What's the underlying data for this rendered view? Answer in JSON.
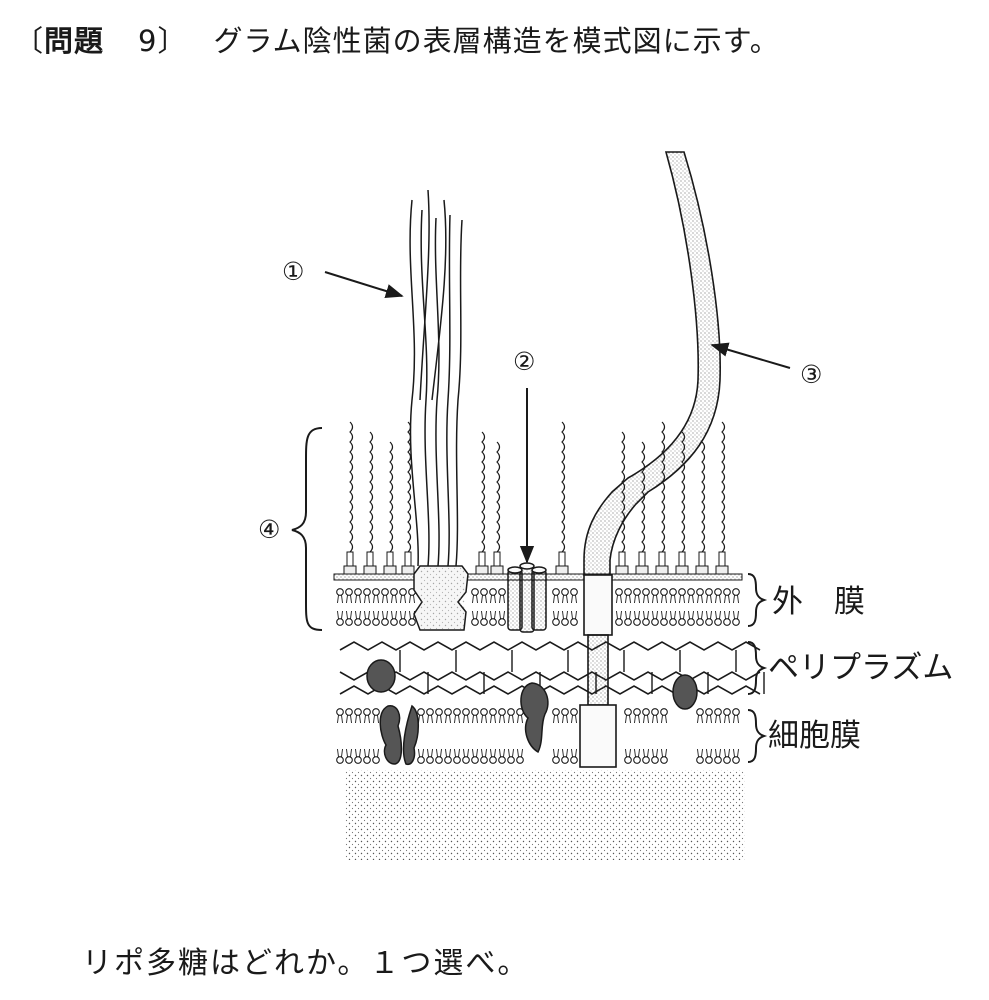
{
  "header": {
    "open_bracket": "〔",
    "label": "問題",
    "number": "9",
    "close_bracket": "〕",
    "stem": "グラム陰性菌の表層構造を模式図に示す。"
  },
  "diagram": {
    "markers": [
      "①",
      "②",
      "③",
      "④"
    ],
    "layers": {
      "outer_membrane": "外　膜",
      "periplasm": "ペリプラズム",
      "cell_membrane": "細胞膜"
    }
  },
  "question": "リポ多糖はどれか。１つ選べ。",
  "colors": {
    "ink": "#1a1a1a",
    "paper": "#ffffff",
    "dark_protein": "#555555"
  }
}
